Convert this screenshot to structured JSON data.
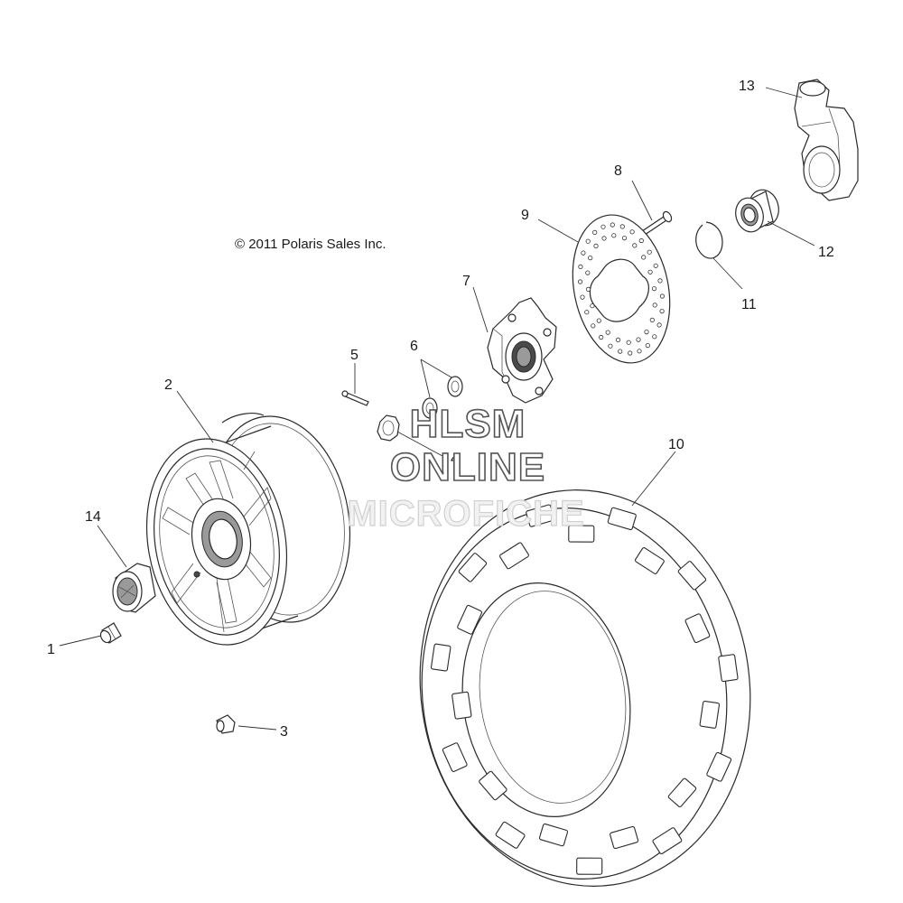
{
  "diagram": {
    "copyright": "© 2011 Polaris Sales Inc.",
    "watermark": {
      "line1": "HLSM",
      "line2": "ONLINE",
      "line3": "MICROFICHE"
    },
    "callouts": {
      "c1": "1",
      "c2": "2",
      "c3": "3",
      "c4": "4",
      "c5": "5",
      "c6": "6",
      "c7": "7",
      "c8": "8",
      "c9": "9",
      "c10": "10",
      "c11": "11",
      "c12": "12",
      "c13": "13",
      "c14": "14"
    }
  }
}
